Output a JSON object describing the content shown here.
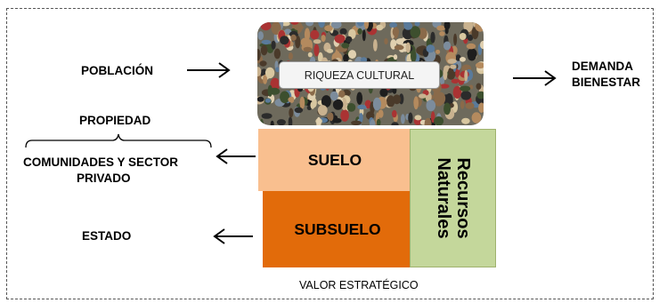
{
  "labels": {
    "poblacion": "POBLACIÓN",
    "demanda_line1": "DEMANDA",
    "demanda_line2": "BIENESTAR",
    "propiedad": "PROPIEDAD",
    "comunidades_line1": "COMUNIDADES Y SECTOR",
    "comunidades_line2": "PRIVADO",
    "estado": "ESTADO"
  },
  "center": {
    "riqueza": "RIQUEZA CULTURAL",
    "suelo": "SUELO",
    "subsuelo": "SUBSUELO",
    "recursos_line1": "Recursos",
    "recursos_line2": "Naturales",
    "valor": "VALOR ESTRATÉGICO"
  },
  "colors": {
    "suelo": "#f9bf8f",
    "subsuelo": "#e26b0a",
    "recursos": "#c4d79b"
  }
}
